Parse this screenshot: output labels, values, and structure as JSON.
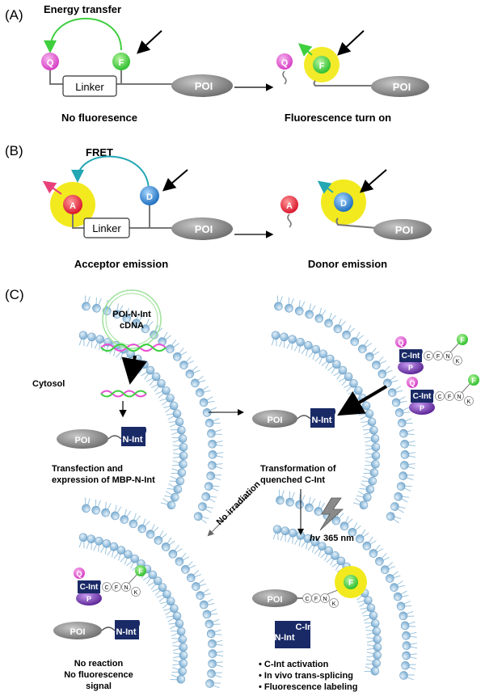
{
  "panelA": {
    "label": "(A)",
    "title": "Energy transfer",
    "quencher": "Q",
    "fluorophore": "F",
    "linker": "Linker",
    "poi": "POI",
    "caption_left": "No fluoresence",
    "caption_right": "Fluorescence turn on"
  },
  "panelB": {
    "label": "(B)",
    "title": "FRET",
    "acceptor": "A",
    "donor": "D",
    "linker": "Linker",
    "poi": "POI",
    "caption_left": "Acceptor emission",
    "caption_right": "Donor emission"
  },
  "panelC": {
    "label": "(C)",
    "plasmid_line1": "POI-N-Int",
    "plasmid_line2": "cDNA",
    "cytosol": "Cytosol",
    "poi": "POI",
    "n_int": "N-Int",
    "c_int": "C-Int",
    "p": "P",
    "q": "Q",
    "f": "F",
    "peptide": [
      "C",
      "F",
      "N",
      "K"
    ],
    "step1_line1": "Transfection and",
    "step1_line2": "expression of MBP-N-Int",
    "step2_line1": "Transformation of",
    "step2_line2": "quenched C-Int",
    "no_irradiation": "No irradiation",
    "hv": "hv",
    "wavelength": "365 nm",
    "result_left_line1": "No reaction",
    "result_left_line2": "No fluorescence",
    "result_left_line3": "signal",
    "result_right": [
      "C-Int activation",
      "In vivo trans-splicing",
      "Fluorescence labeling"
    ]
  },
  "colors": {
    "quencher": "#e84fd4",
    "fluorophore": "#3ecf3e",
    "acceptor": "#e8203a",
    "donor": "#2f8ad9",
    "glow": "#f2ea1e",
    "poi": "#8c8c8c",
    "intein": "#1a2a66",
    "p_tag": "#7a3bb5",
    "membrane": "#9cc4df"
  }
}
